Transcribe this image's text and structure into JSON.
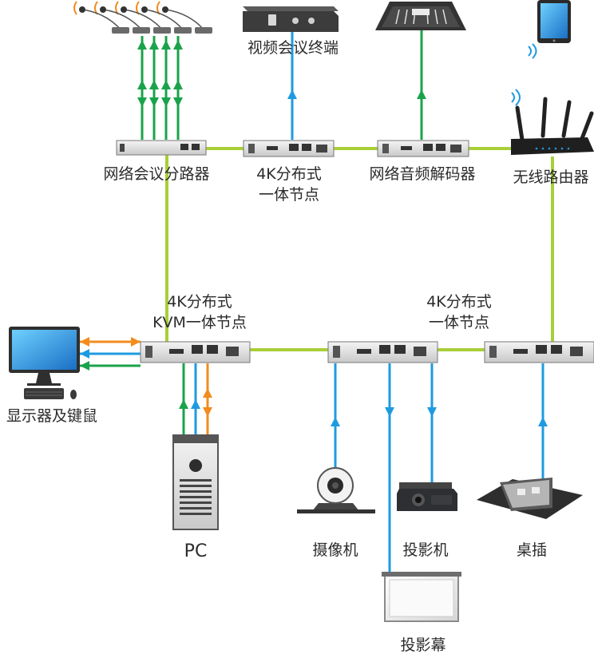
{
  "colors": {
    "network_line": "#a8cf38",
    "blue": "#1e9be0",
    "green": "#1aa34a",
    "orange": "#f28c1e",
    "device_dark": "#3a3a3a",
    "device_body": "#2d2f33"
  },
  "labels": {
    "conference_router": "网络会议分路器",
    "video_terminal": "视频会议终端",
    "node_top_line1": "4K分布式",
    "node_top_line2": "一体节点",
    "audio_decoder": "网络音频解码器",
    "wireless_router": "无线路由器",
    "kvm_line1": "4K分布式",
    "kvm_line2": "KVM一体节点",
    "node_mid_line1": "4K分布式",
    "node_mid_line2": "一体节点",
    "monitor": "显示器及键鼠",
    "pc": "PC",
    "camera": "摄像机",
    "projector": "投影机",
    "desk_socket": "桌插",
    "screen": "投影幕"
  },
  "icons": [
    "microphone-icon",
    "video-terminal-icon",
    "audio-console-icon",
    "tablet-icon",
    "wireless-router-icon",
    "monitor-icon",
    "pc-tower-icon",
    "camera-icon",
    "projector-icon",
    "desk-socket-icon",
    "projection-screen-icon",
    "node-box-icon"
  ]
}
